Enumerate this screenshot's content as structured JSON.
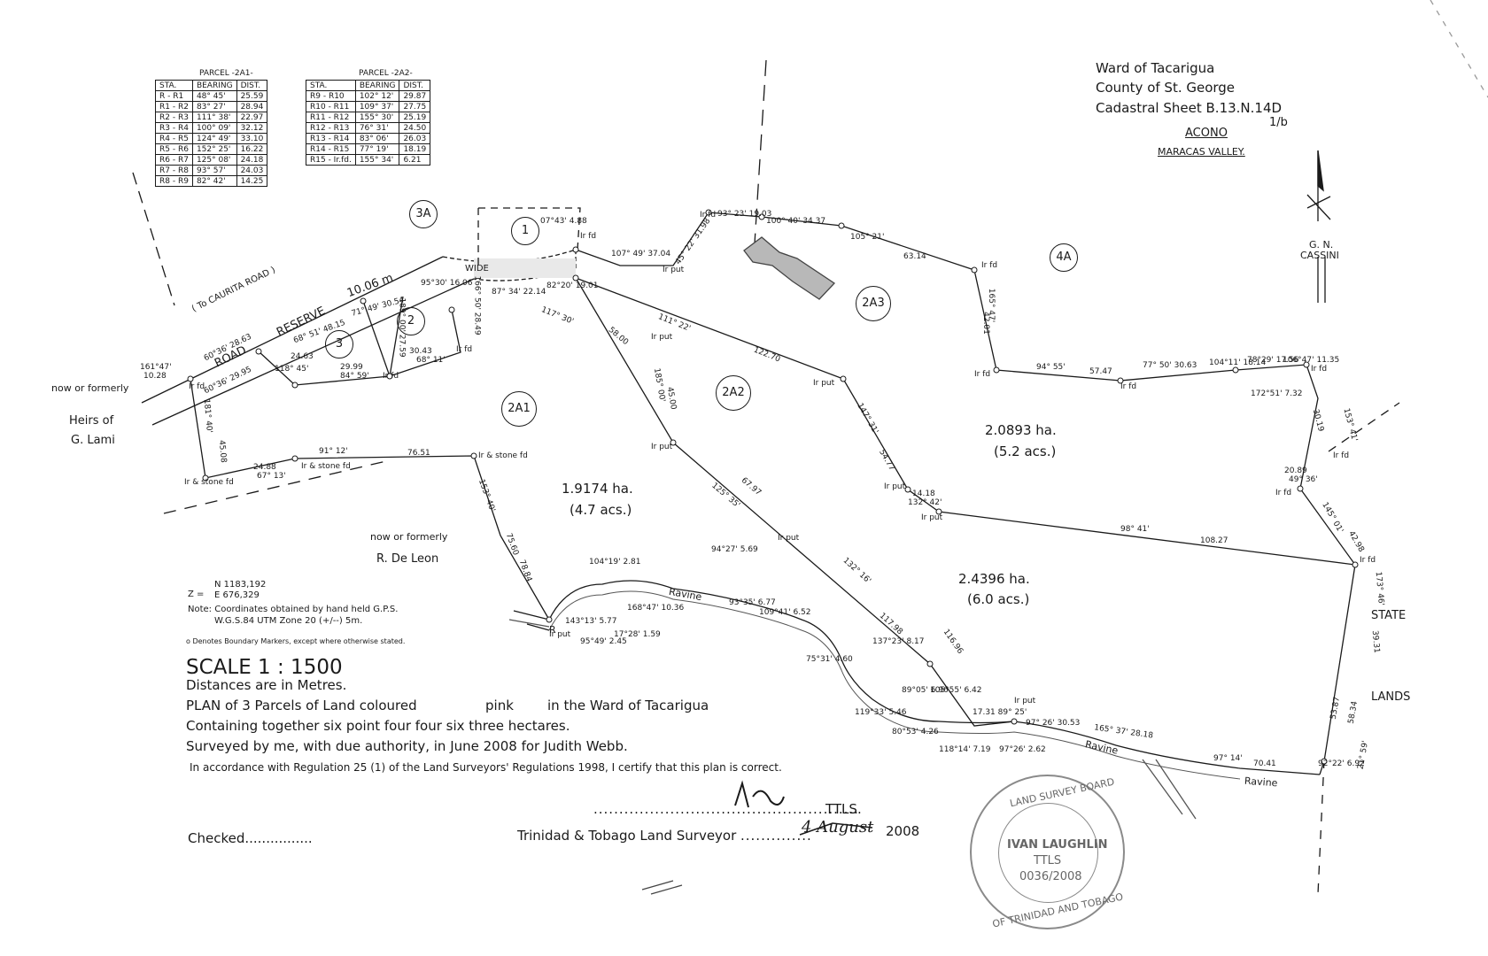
{
  "header": {
    "ward": "Ward of Tacarigua",
    "county": "County of St. George",
    "sheet": "Cadastral Sheet B.13.N.14D",
    "sheet_sub": "1/b",
    "place": "ACONO",
    "valley": "MARACAS VALLEY."
  },
  "north": {
    "line1": "G. N.",
    "line2": "CASSINI"
  },
  "tables": {
    "a": {
      "caption": "PARCEL -2A1-",
      "headers": [
        "STA.",
        "BEARING",
        "DIST."
      ],
      "rows": [
        [
          "R - R1",
          "48° 45'",
          "25.59"
        ],
        [
          "R1 - R2",
          "83° 27'",
          "28.94"
        ],
        [
          "R2 - R3",
          "111° 38'",
          "22.97"
        ],
        [
          "R3 - R4",
          "100° 09'",
          "32.12"
        ],
        [
          "R4 - R5",
          "124° 49'",
          "33.10"
        ],
        [
          "R5 - R6",
          "152° 25'",
          "16.22"
        ],
        [
          "R6 - R7",
          "125° 08'",
          "24.18"
        ],
        [
          "R7 - R8",
          "93° 57'",
          "24.03"
        ],
        [
          "R8 - R9",
          "82° 42'",
          "14.25"
        ]
      ]
    },
    "b": {
      "caption": "PARCEL -2A2-",
      "headers": [
        "STA.",
        "BEARING",
        "DIST."
      ],
      "rows": [
        [
          "R9 - R10",
          "102° 12'",
          "29.87"
        ],
        [
          "R10 - R11",
          "109° 37'",
          "27.75"
        ],
        [
          "R11 - R12",
          "155° 30'",
          "25.19"
        ],
        [
          "R12 - R13",
          "76° 31'",
          "24.50"
        ],
        [
          "R13 - R14",
          "83° 06'",
          "26.03"
        ],
        [
          "R14 - R15",
          "77° 19'",
          "18.19"
        ],
        [
          "R15 - Ir.fd.",
          "155° 34'",
          "6.21"
        ]
      ]
    }
  },
  "circles": [
    "3A",
    "1",
    "2",
    "3",
    "4A",
    "2A3",
    "2A1",
    "2A2"
  ],
  "areas": [
    {
      "ha": "1.9174 ha.",
      "acs": "(4.7 acs.)"
    },
    {
      "ha": "2.0893 ha.",
      "acs": "(5.2 acs.)"
    },
    {
      "ha": "2.4396 ha.",
      "acs": "(6.0 acs.)"
    }
  ],
  "neighbours": {
    "now_formerly": "now or formerly",
    "heirs1": "Heirs of",
    "heirs2": "G. Lami",
    "deleon_prefix": "now or formerly",
    "deleon": "R. De Leon",
    "state": "STATE",
    "lands": "LANDS"
  },
  "road": {
    "to": "( To CAURITA ROAD )",
    "road": "ROAD",
    "reserve": "RESERVE",
    "width": "10.06 m",
    "wide": "WIDE"
  },
  "ravine": "Ravine",
  "coords": {
    "z": "Z =",
    "n": "N 1183,192",
    "e": "E 676,329",
    "note1": "Note: Coordinates obtained by hand held G.P.S.",
    "note2": "W.G.S.84  UTM Zone 20 (+/--) 5m.",
    "markers": "o Denotes Boundary Markers, except where otherwise stated."
  },
  "legend": {
    "scale": "SCALE  1 : 1500",
    "distances": "Distances are in Metres.",
    "plan_a": "PLAN of 3 Parcels of Land coloured",
    "plan_b": "pink",
    "plan_c": "in the Ward of Tacarigua",
    "containing": "Containing together six point four four six three hectares.",
    "surveyed": "Surveyed by me, with due authority, in June 2008 for Judith Webb.",
    "certify": "In accordance with Regulation 25 (1) of the Land Surveyors' Regulations 1998, I certify that this plan is correct."
  },
  "signoff": {
    "checked": "Checked................",
    "ttls": "TTLS.",
    "surveyor": "Trinidad & Tobago Land Surveyor",
    "date_hand": "4 August",
    "year": "2008"
  },
  "stamp": {
    "top": "LAND SURVEY BOARD",
    "bottom": "OF TRINIDAD AND TOBAGO",
    "name": "IVAN LAUGHLIN",
    "title": "TTLS",
    "number": "0036/2008"
  },
  "bearings": [
    "161°47'",
    "10.28",
    "60°36' 28.63",
    "60°36' 29.95",
    "68° 51' 48.15",
    "71° 49' 30.54",
    "24.63",
    "118° 45'",
    "29.99",
    "84° 59'",
    "30.43",
    "68° 11'",
    "189° 00' 27.59",
    "166° 50' 28.49",
    "95°30' 16.06",
    "87° 34' 22.14",
    "82°20' 19.01",
    "07°43' 4.88",
    "107° 49' 37.04",
    "45° 22' 31.98",
    "93° 23' 19.03",
    "100° 40' 34.37",
    "105° 21'",
    "63.14",
    "165° 47'",
    "42.01",
    "94° 55'",
    "57.47",
    "77° 50' 30.63",
    "104°11' 18.14",
    "78°29' 17.56",
    "106°47' 11.35",
    "172°51' 7.32",
    "153° 41'",
    "30.19",
    "20.89",
    "49° 36'",
    "145° 01'",
    "42.98",
    "173° 46'",
    "39.31",
    "53.87",
    "58.34",
    "21° 59'",
    "92°22' 6.92",
    "97° 14'",
    "70.41",
    "165° 37' 28.18",
    "97° 26' 30.53",
    "17.31 89° 25'",
    "97°26' 2.62",
    "116.96",
    "117.98",
    "132° 16'",
    "108.27",
    "98° 41'",
    "14.18",
    "132° 42'",
    "54.77",
    "147° 31'",
    "122.70",
    "111° 22'",
    "58.00",
    "117° 30'",
    "185° 00'",
    "45.00",
    "125° 35'",
    "67.97",
    "91° 12'",
    "76.51",
    "24.88",
    "67° 13'",
    "181° 40'",
    "45.08",
    "153° 40'",
    "75.60",
    "78.84",
    "104°19' 2.81",
    "168°47' 10.36",
    "17°28' 1.59",
    "95°49' 2.45",
    "143°13' 5.77",
    "94°27' 5.69",
    "93°35' 6.77",
    "109°41' 6.52",
    "75°31' 4.60",
    "137°23' 8.17",
    "119°33' 5.46",
    "80°53' 4.26",
    "118°14' 7.19",
    "89°05' 6.96",
    "105°55' 6.42"
  ],
  "markers": {
    "ir_fd": "Ir fd",
    "ir_put": "Ir put",
    "ir_stone": "Ir & stone fd",
    "R": "R"
  }
}
